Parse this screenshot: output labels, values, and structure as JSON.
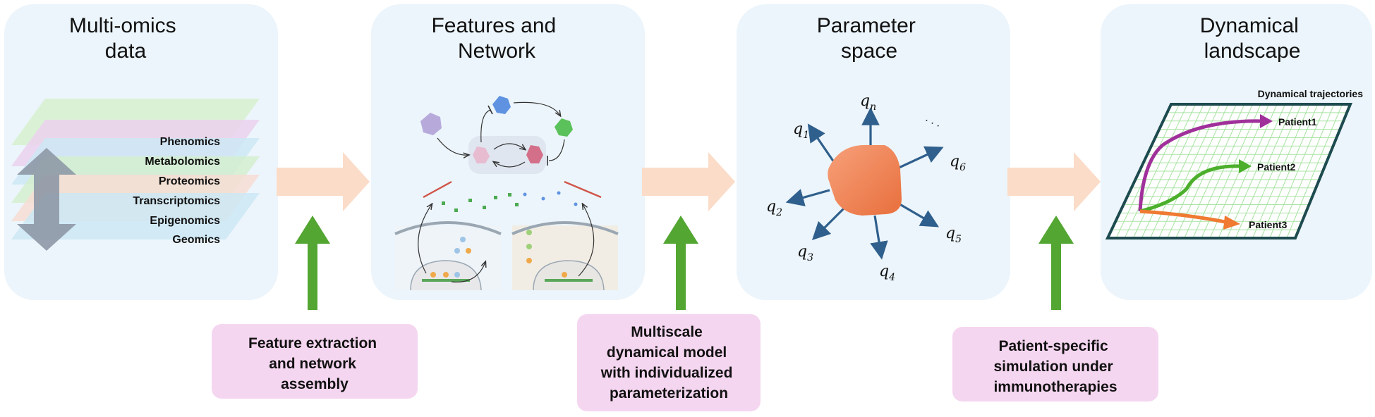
{
  "panels": [
    {
      "title_lines": [
        "Multi-omics",
        "data"
      ]
    },
    {
      "title_lines": [
        "Features and",
        "Network"
      ]
    },
    {
      "title_lines": [
        "Parameter",
        "space"
      ]
    },
    {
      "title_lines": [
        "Dynamical",
        "landscape"
      ]
    }
  ],
  "omics_layers": [
    "Phenomics",
    "Metabolomics",
    "Proteomics",
    "Transcriptomics",
    "Epigenomics",
    "Geomics"
  ],
  "steps": [
    {
      "lines": [
        "Feature extraction",
        "and network",
        "assembly"
      ]
    },
    {
      "lines": [
        "Multiscale",
        "dynamical model",
        "with individualized",
        "parameterization"
      ]
    },
    {
      "lines": [
        "Patient-specific",
        "simulation under",
        "immunotherapies"
      ]
    }
  ],
  "parameters": {
    "labels": [
      {
        "base": "q",
        "sub": "1"
      },
      {
        "base": "q",
        "sub": "n"
      },
      {
        "base": "q",
        "sub": "6"
      },
      {
        "base": "q",
        "sub": "2"
      },
      {
        "base": "q",
        "sub": "3"
      },
      {
        "base": "q",
        "sub": "4"
      },
      {
        "base": "q",
        "sub": "5"
      }
    ],
    "ellipsis": "· · ·"
  },
  "landscape": {
    "caption": "Dynamical trajectories",
    "patients": [
      {
        "label": "Patient1",
        "color": "#a0309a"
      },
      {
        "label": "Patient2",
        "color": "#4caf2c"
      },
      {
        "label": "Patient3",
        "color": "#f07a32"
      }
    ]
  },
  "colors": {
    "panel_bg": "#ecf5fb",
    "flow_arrow": "#fbdcc8",
    "step_box": "#f5d6f0",
    "up_arrow": "#53a632",
    "param_arrow": "#2f5f8c",
    "blob": "#f0855a",
    "grid_frame": "#1d4b4f",
    "grid_line": "#a8e3a2"
  }
}
